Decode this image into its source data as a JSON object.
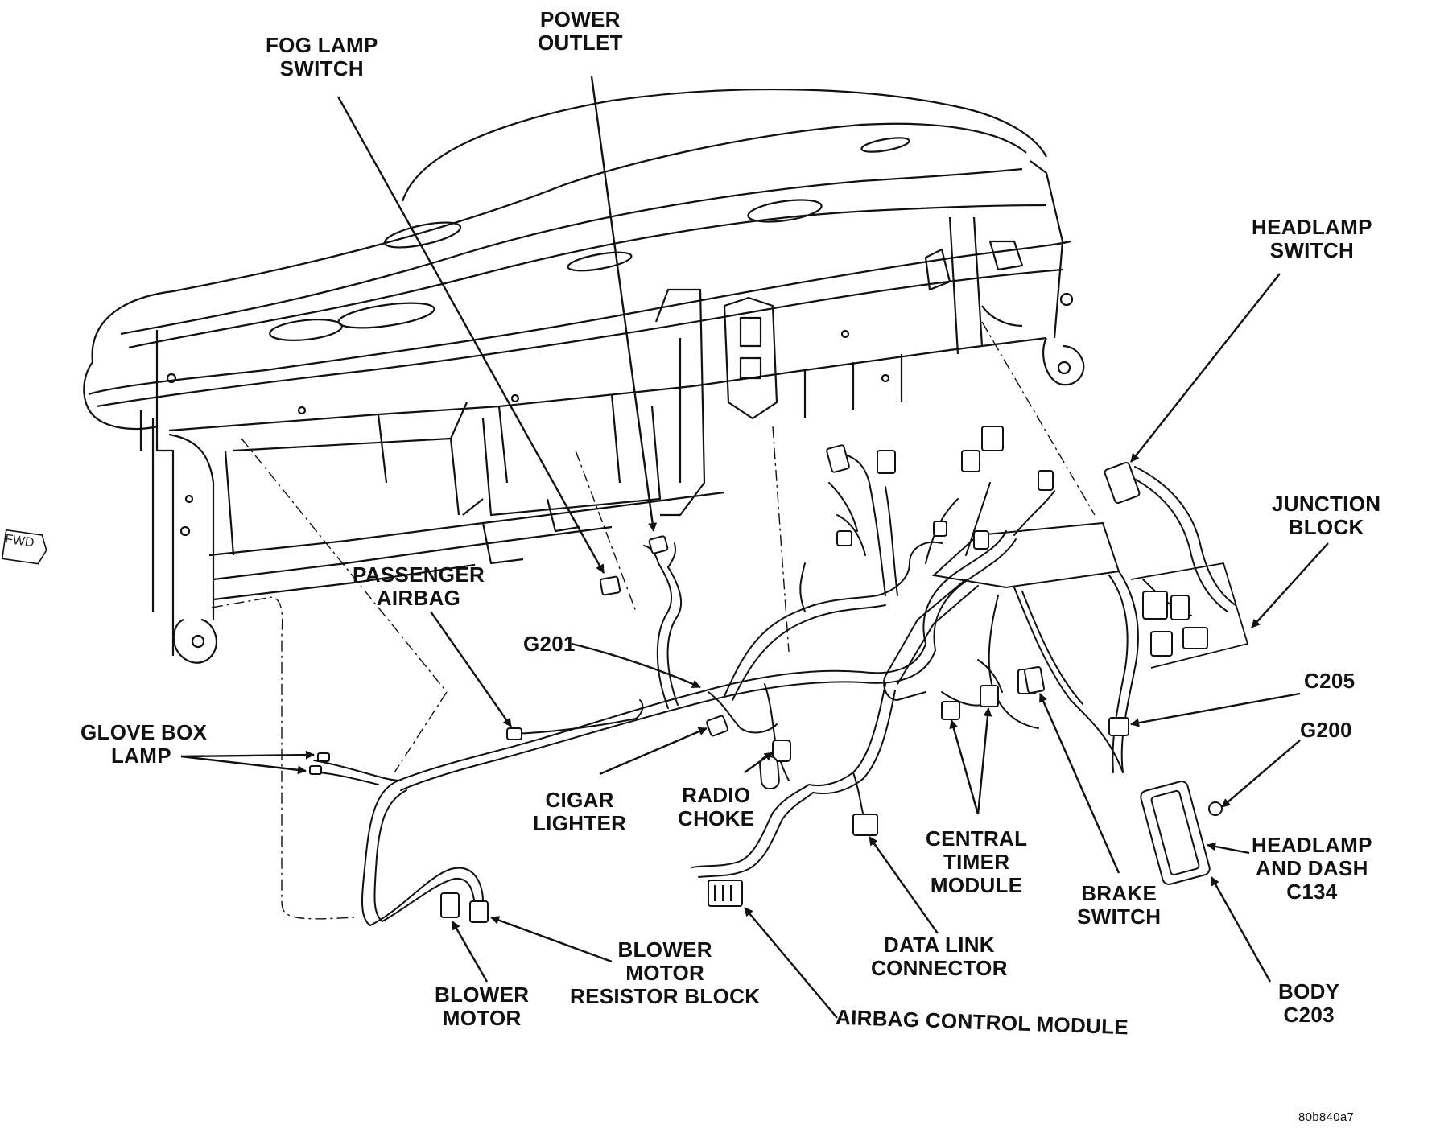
{
  "fwd_badge": "FWD",
  "labels": {
    "fog_lamp_switch": [
      "FOG LAMP",
      "SWITCH"
    ],
    "power_outlet": [
      "POWER",
      "OUTLET"
    ],
    "headlamp_switch": [
      "HEADLAMP",
      "SWITCH"
    ],
    "junction_block": [
      "JUNCTION",
      "BLOCK"
    ],
    "passenger_airbag": [
      "PASSENGER",
      "AIRBAG"
    ],
    "g201": "G201",
    "c205": "C205",
    "g200": "G200",
    "glove_box_lamp": [
      "GLOVE BOX",
      "LAMP"
    ],
    "cigar_lighter": [
      "CIGAR",
      "LIGHTER"
    ],
    "radio_choke": [
      "RADIO",
      "CHOKE"
    ],
    "central_timer_module": [
      "CENTRAL",
      "TIMER",
      "MODULE"
    ],
    "brake_switch": [
      "BRAKE",
      "SWITCH"
    ],
    "headlamp_and_dash": [
      "HEADLAMP",
      "AND DASH",
      "C134"
    ],
    "blower_motor_resistor_block": [
      "BLOWER",
      "MOTOR",
      "RESISTOR BLOCK"
    ],
    "blower_motor": [
      "BLOWER",
      "MOTOR"
    ],
    "data_link_connector": [
      "DATA LINK",
      "CONNECTOR"
    ],
    "body_c203": [
      "BODY",
      "C203"
    ],
    "airbag_control_module": "AIRBAG CONTROL MODULE",
    "figure_id": "80b840a7"
  }
}
